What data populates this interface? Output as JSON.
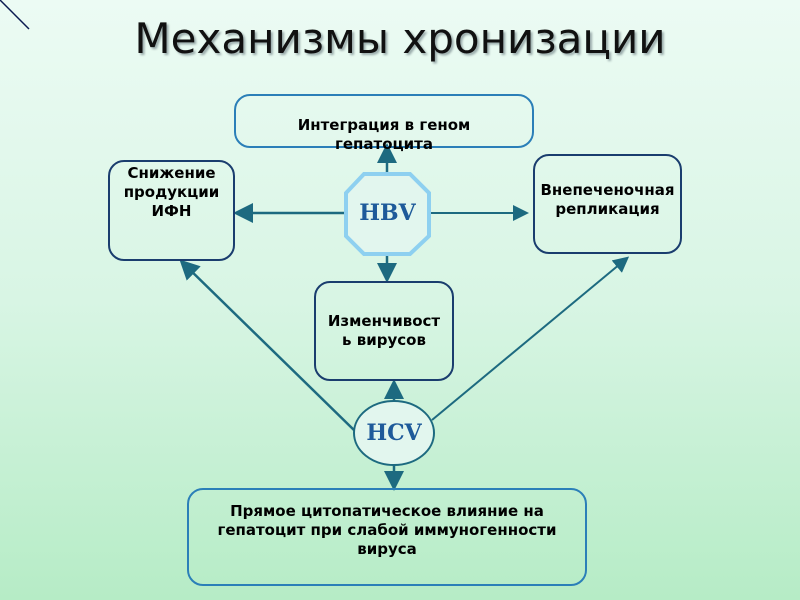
{
  "title": "Механизмы хронизации",
  "nodes": {
    "integration": "Интеграция в геном гепатоцита",
    "ifn": "Снижение продукции ИФН",
    "extrahepatic": "Внепеченочная репликация",
    "variability": "Изменчивость вирусов",
    "cytopathic": "Прямое цитопатическое влияние на гепатоцит при слабой иммуногенности   вируса",
    "hbv": "HBV",
    "hcv": "HCV"
  },
  "colors": {
    "arrow": "#1d6a80",
    "border": "#1a3d6e",
    "light_border": "#2b7fb8",
    "virus_text": "#1e5a9a"
  }
}
